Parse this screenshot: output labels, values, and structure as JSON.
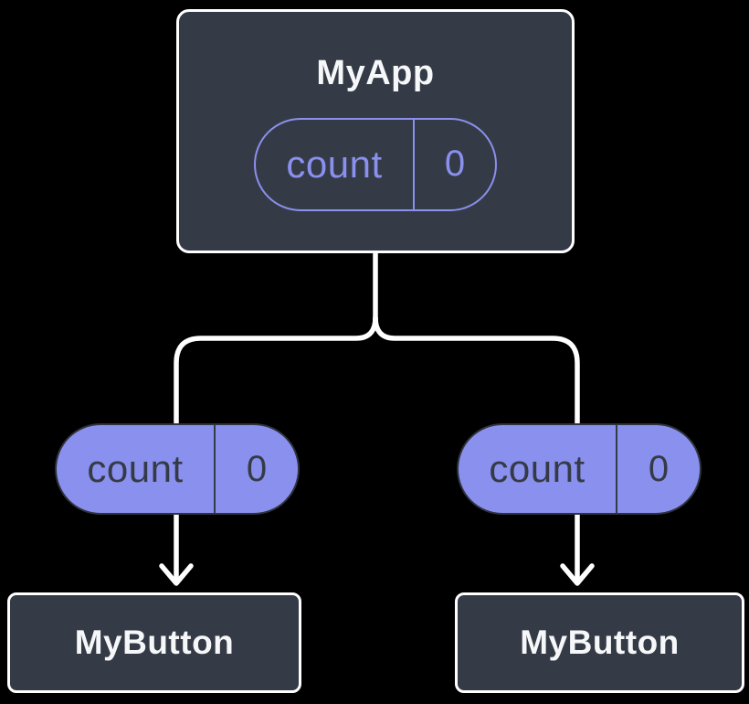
{
  "diagram": {
    "description": "Component tree: parent component holding state, passing it down as props to two child components",
    "colors": {
      "background": "#000000",
      "node_fill": "#353B46",
      "node_border": "#FFFFFF",
      "accent_purple": "#8A90EE",
      "pill_dark_text": "#353B46",
      "pill_dark_border": "#2E333D",
      "title_text": "#F6F7F9",
      "connector": "#FFFFFF"
    },
    "nodes": {
      "root": {
        "label": "MyApp",
        "state_pill": {
          "name": "count",
          "value": "0"
        }
      },
      "left_prop_pill": {
        "name": "count",
        "value": "0"
      },
      "right_prop_pill": {
        "name": "count",
        "value": "0"
      },
      "left_child": {
        "label": "MyButton"
      },
      "right_child": {
        "label": "MyButton"
      }
    }
  }
}
